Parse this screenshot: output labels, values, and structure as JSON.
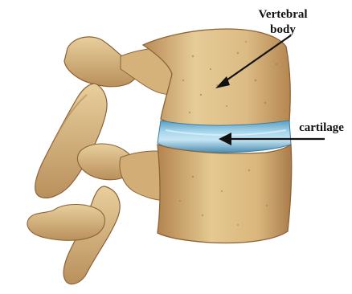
{
  "labels": {
    "vertebral_line1": "Vertebral",
    "vertebral_line2": "body",
    "cartilage": "cartilage"
  },
  "colors": {
    "bone_light": "#ead4a3",
    "bone_mid": "#d7b27a",
    "bone_dark": "#a97c4b",
    "bone_shadow": "#7a5432",
    "disc_light": "#bfe0f0",
    "disc_mid": "#8cc6e2",
    "disc_dark": "#4f93b8",
    "arrow": "#111111"
  }
}
